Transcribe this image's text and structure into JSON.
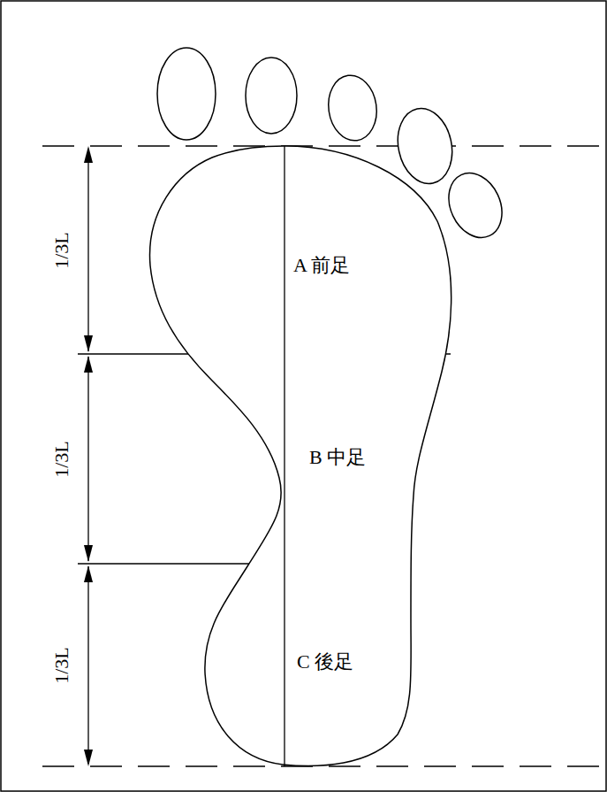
{
  "diagram": {
    "labels": [
      "1/3L",
      "1/3L",
      "1/3L",
      "A 前足",
      "B 中足",
      "C 後足"
    ]
  }
}
